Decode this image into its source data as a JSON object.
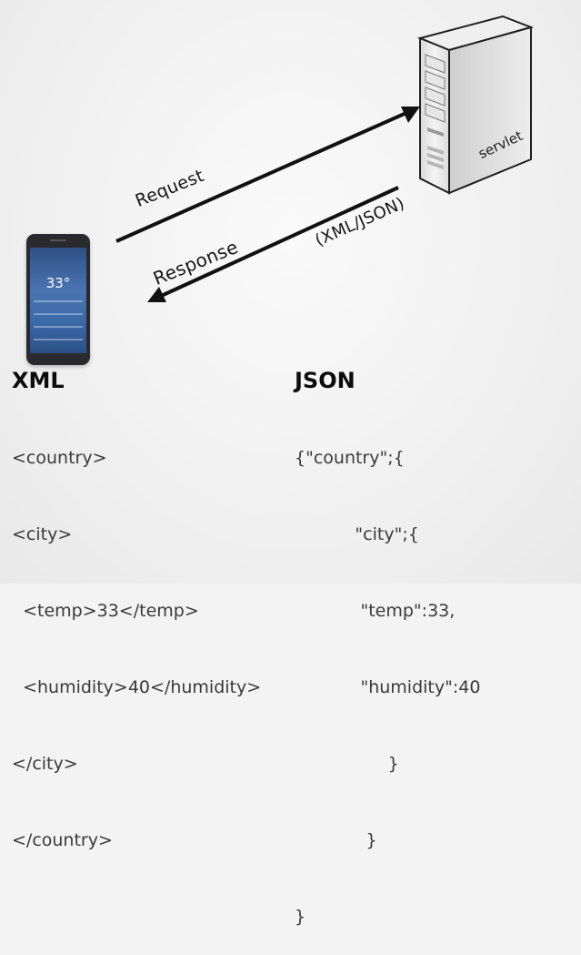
{
  "arrows": {
    "request_label": "Request",
    "response_label": "Response",
    "format_label": "(XML/JSON)"
  },
  "server": {
    "label": "servlet"
  },
  "phone": {
    "temperature": "33°"
  },
  "xml": {
    "heading": "XML",
    "lines": [
      "<country>",
      "<city>",
      "  <temp>33</temp>",
      "  <humidity>40</humidity>",
      "</city>",
      "</country>"
    ]
  },
  "json": {
    "heading": "JSON",
    "lines": [
      "{\"country\";{",
      "           \"city\";{",
      "            \"temp\":33,",
      "            \"humidity\":40",
      "                 }",
      "             }",
      "}"
    ]
  }
}
